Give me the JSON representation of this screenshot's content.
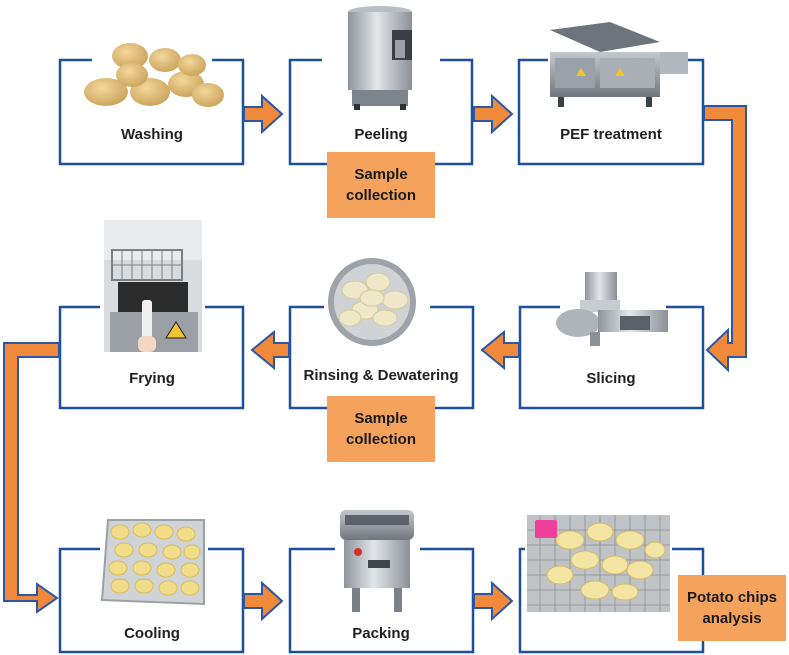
{
  "colors": {
    "frame": "#1f4e9a",
    "arrow": "#f08a3a",
    "arrow_border": "#2a57a8",
    "callout": "#f5a25d"
  },
  "steps": [
    {
      "label": "Washing",
      "icon": "potatoes-photo"
    },
    {
      "label": "Peeling",
      "icon": "peeler-machine-photo"
    },
    {
      "label": "PEF treatment",
      "icon": "pef-machine-photo"
    },
    {
      "label": "Slicing",
      "icon": "slicer-machine-photo"
    },
    {
      "label": "Rinsing & Dewatering",
      "icon": "rinsing-bowl-photo"
    },
    {
      "label": "Frying",
      "icon": "fryer-photo"
    },
    {
      "label": "Cooling",
      "icon": "cooling-tray-photo"
    },
    {
      "label": "Packing",
      "icon": "packing-machine-photo"
    },
    {
      "label": "",
      "icon": "chips-basket-photo"
    }
  ],
  "callouts": [
    {
      "line1": "Sample",
      "line2": "collection"
    },
    {
      "line1": "Sample",
      "line2": "collection"
    },
    {
      "line1": "Potato chips",
      "line2": "analysis"
    }
  ]
}
